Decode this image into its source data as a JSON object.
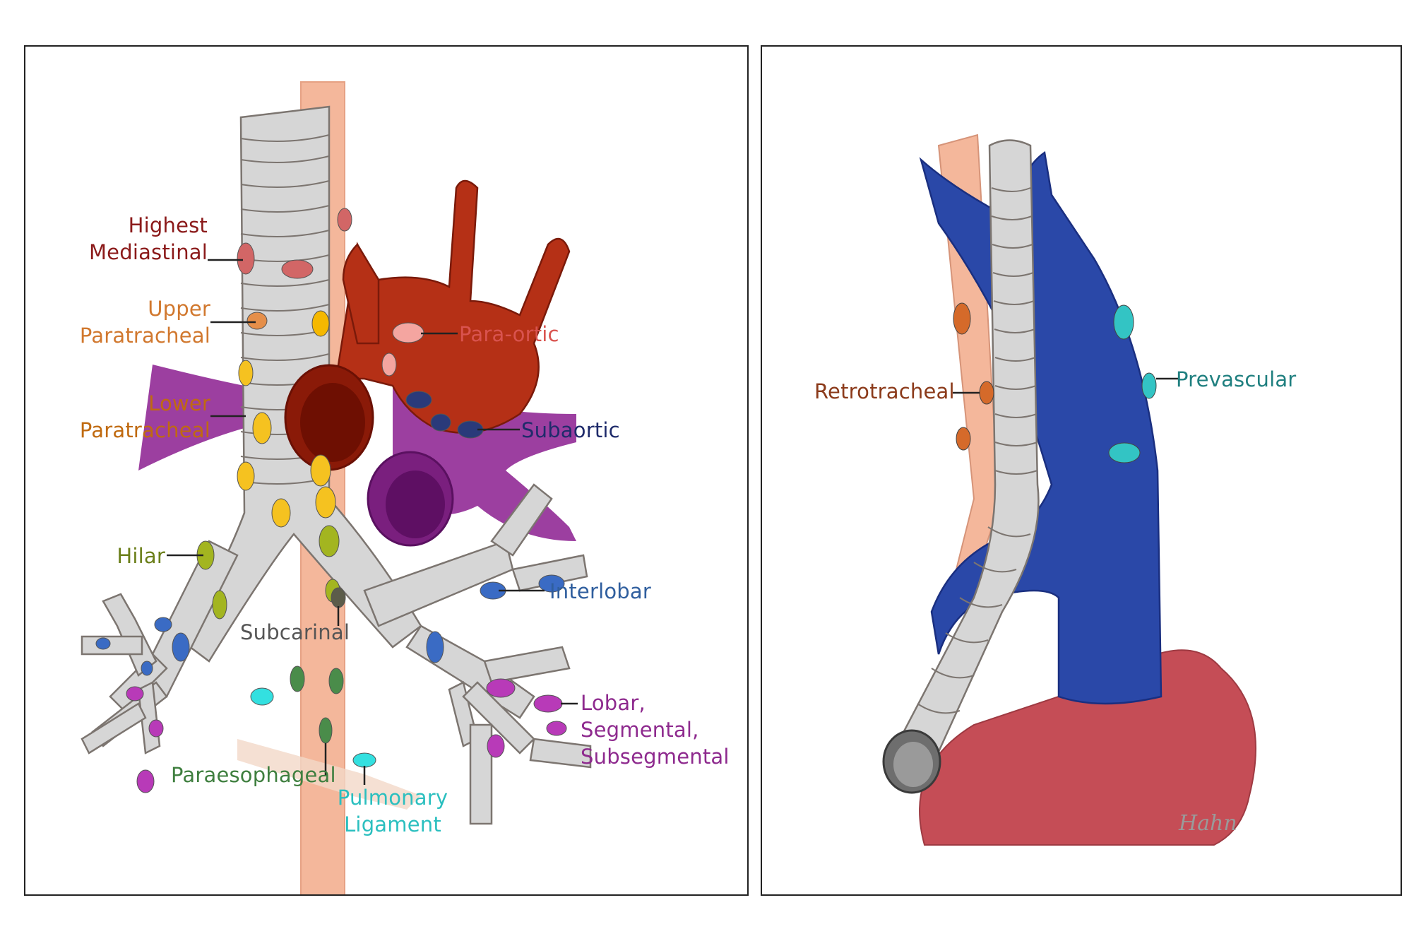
{
  "left_panel": {
    "labels": {
      "highest_mediastinal": {
        "line1": "Highest",
        "line2": "Mediastinal",
        "color": "#8b1a1a"
      },
      "upper_paratracheal": {
        "line1": "Upper",
        "line2": "Paratracheal",
        "color": "#d1782e"
      },
      "lower_paratracheal": {
        "line1": "Lower",
        "line2": "Paratracheal",
        "color": "#c06a10"
      },
      "para_ortic": {
        "text": "Para-ortic",
        "color": "#d9534f"
      },
      "subaortic": {
        "text": "Subaortic",
        "color": "#1f2b6b"
      },
      "hilar": {
        "text": "Hilar",
        "color": "#6b7f1a"
      },
      "interlobar": {
        "text": "Interlobar",
        "color": "#2f5e9e"
      },
      "subcarinal": {
        "text": "Subcarinal",
        "color": "#555555"
      },
      "lobar": {
        "line1": "Lobar,",
        "line2": "Segmental,",
        "line3": "Subsegmental",
        "color": "#8e2a8e"
      },
      "paraesophageal": {
        "text": "Paraesophageal",
        "color": "#3f7f3f"
      },
      "pulmonary_ligament": {
        "line1": "Pulmonary",
        "line2": "Ligament",
        "color": "#2bbfbf"
      }
    },
    "structure_colors": {
      "esophagus": "#f4b79b",
      "trachea": "#d6d6d6",
      "aorta": "#b53016",
      "pulmonary_artery": "#9c3fa0"
    }
  },
  "right_panel": {
    "labels": {
      "retrotracheal": {
        "text": "Retrotracheal",
        "color": "#8b3a1a"
      },
      "prevascular": {
        "text": "Prevascular",
        "color": "#1f7f7f"
      }
    },
    "structure_colors": {
      "vena_cava": "#2a48a8",
      "heart": "#c54d56",
      "esophagus": "#f4b79b",
      "trachea": "#d6d6d6"
    }
  },
  "signature": {
    "text": "Hahn"
  }
}
